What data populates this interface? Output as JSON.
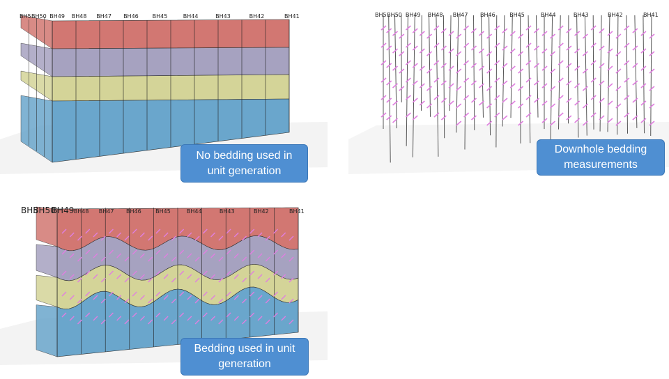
{
  "panels": {
    "no_bedding": {
      "callout_lines": [
        "No bedding used in",
        "unit generation"
      ],
      "borehole_labels": [
        "BH5",
        "BH50",
        "BH49",
        "BH48",
        "BH47",
        "BH46",
        "BH45",
        "BH44",
        "BH43",
        "BH42",
        "BH41"
      ]
    },
    "downhole": {
      "callout_lines": [
        "Downhole bedding",
        "measurements"
      ],
      "borehole_labels": [
        "BH5",
        "BH50",
        "BH49",
        "BH48",
        "BH47",
        "BH46",
        "BH45",
        "BH44",
        "BH43",
        "BH42",
        "BH41"
      ]
    },
    "with_bedding": {
      "callout_lines": [
        "Bedding used in unit",
        "generation"
      ],
      "borehole_labels": [
        "BH5",
        "BH50",
        "BH49",
        "BH48",
        "BH47",
        "BH46",
        "BH45",
        "BH44",
        "BH43",
        "BH42",
        "BH41"
      ]
    }
  },
  "colors": {
    "unit_top": "#d27772",
    "unit_2": "#a6a2c0",
    "unit_3": "#d4d498",
    "unit_bottom": "#6aa6cc",
    "bedding_marker": "#e07fe0",
    "borehole_line": "#555555",
    "callout_fill": "#4f8fd2"
  }
}
